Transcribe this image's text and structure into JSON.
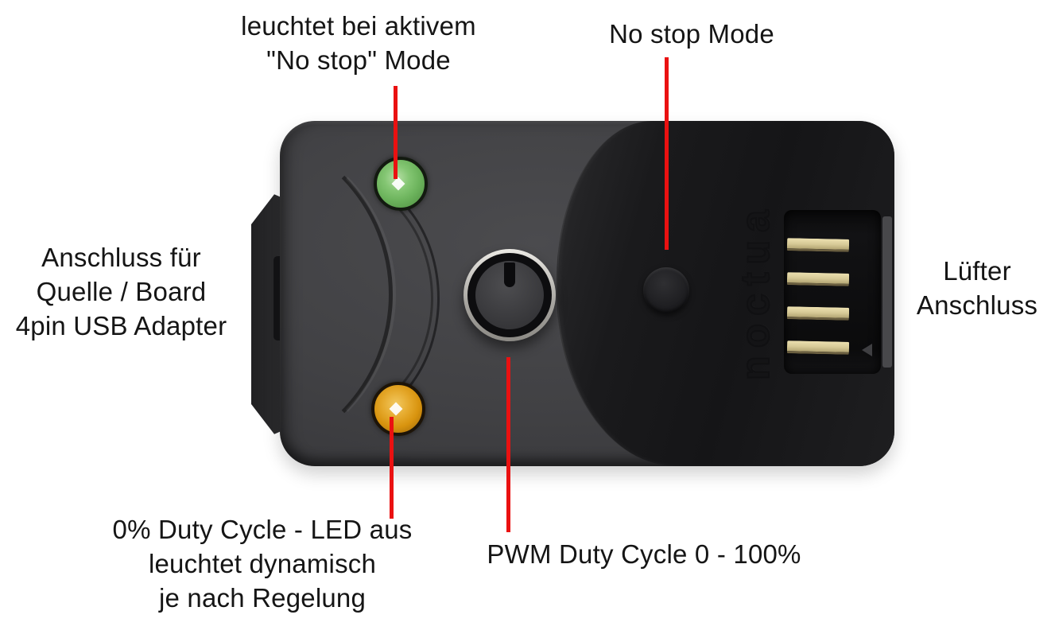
{
  "page": {
    "background": "#ffffff"
  },
  "annotations": {
    "top_left": {
      "line1": "leuchtet bei aktivem",
      "line2": "\"No stop\" Mode"
    },
    "top_right": {
      "line1": "No stop Mode"
    },
    "left": {
      "line1": "Anschluss für",
      "line2": "Quelle / Board",
      "line3": "4pin USB Adapter"
    },
    "right": {
      "line1": "Lüfter",
      "line2": "Anschluss"
    },
    "bottom_left": {
      "line1": "0% Duty Cycle - LED aus",
      "line2": "leuchtet dynamisch",
      "line3": "je nach Regelung"
    },
    "bottom_center": {
      "line1": "PWM Duty Cycle 0 - 100%"
    }
  },
  "device": {
    "brand_logo": "noctua",
    "fan_connector": {
      "pin_count": 4
    },
    "colors": {
      "page_bg": "#ffffff",
      "callout": "#ea1111",
      "body": "#3e3e41",
      "hood": "#1a1a1c",
      "green_led": "#6db45d",
      "orange_led": "#d8930e",
      "pin": "#d6c996",
      "text": "#151515"
    }
  }
}
